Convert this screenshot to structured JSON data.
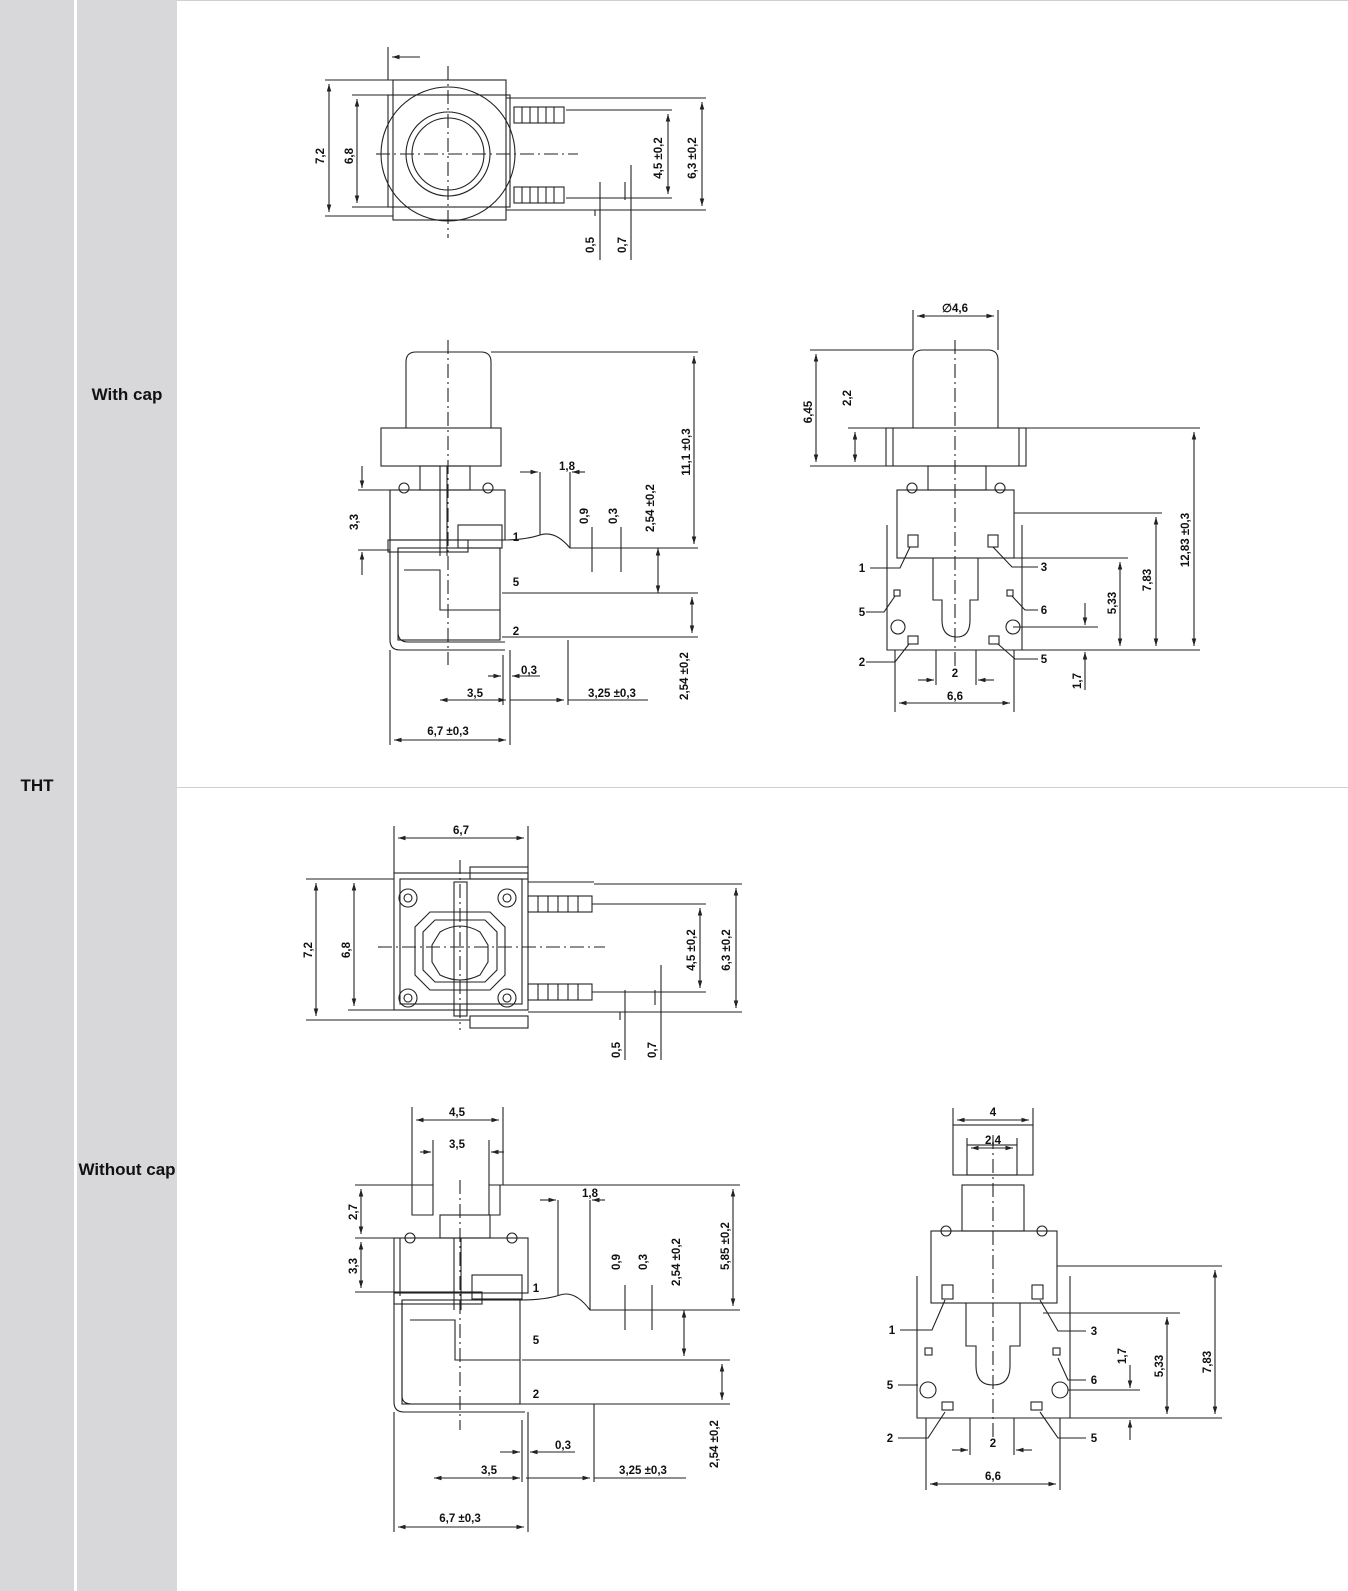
{
  "mounting": {
    "label": "THT"
  },
  "variants": [
    {
      "label": "With cap"
    },
    {
      "label": "Without cap"
    }
  ],
  "with_cap": {
    "top": {
      "d72": "7,2",
      "d68": "6,8",
      "d45": "4,5 ±0,2",
      "d63": "6,3 ±0,2",
      "d05": "0,5",
      "d07": "0,7"
    },
    "side": {
      "d18": "1,8",
      "d111": "11,1 ±0,3",
      "d33": "3,3",
      "d09": "0,9",
      "d03": "0,3",
      "d254a": "2,54 ±0,2",
      "d254b": "2,54 ±0,2",
      "d03b": "0,3",
      "d35": "3,5",
      "d325": "3,25 ±0,3",
      "d67": "6,7 ±0,3",
      "p1": "1",
      "p5": "5",
      "p2": "2"
    },
    "front": {
      "d46": "∅4,6",
      "d645": "6,45",
      "d22": "2,2",
      "d1283": "12,83 ±0,3",
      "d783": "7,83",
      "d533": "5,33",
      "d17": "1,7",
      "d2": "2",
      "d66": "6,6",
      "p1": "1",
      "p3": "3",
      "p5a": "5",
      "p6": "6",
      "p2": "2",
      "p5b": "5"
    }
  },
  "without_cap": {
    "top": {
      "d67": "6,7",
      "d72": "7,2",
      "d68": "6,8",
      "d45": "4,5 ±0,2",
      "d63": "6,3 ±0,2",
      "d05": "0,5",
      "d07": "0,7"
    },
    "side": {
      "d45": "4,5",
      "d35": "3,5",
      "d18": "1,8",
      "d27": "2,7",
      "d33": "3,3",
      "d09": "0,9",
      "d03": "0,3",
      "d254a": "2,54 ±0,2",
      "d585": "5,85 ±0,2",
      "d254b": "2,54 ±0,2",
      "d03b": "0,3",
      "d35b": "3,5",
      "d325": "3,25 ±0,3",
      "d67": "6,7 ±0,3",
      "p1": "1",
      "p5": "5",
      "p2": "2"
    },
    "front": {
      "d4": "4",
      "d24": "2,4",
      "d17": "1,7",
      "d533": "5,33",
      "d783": "7,83",
      "d2": "2",
      "d66": "6,6",
      "p1": "1",
      "p3": "3",
      "p5a": "5",
      "p6": "6",
      "p2": "2",
      "p5b": "5"
    }
  }
}
